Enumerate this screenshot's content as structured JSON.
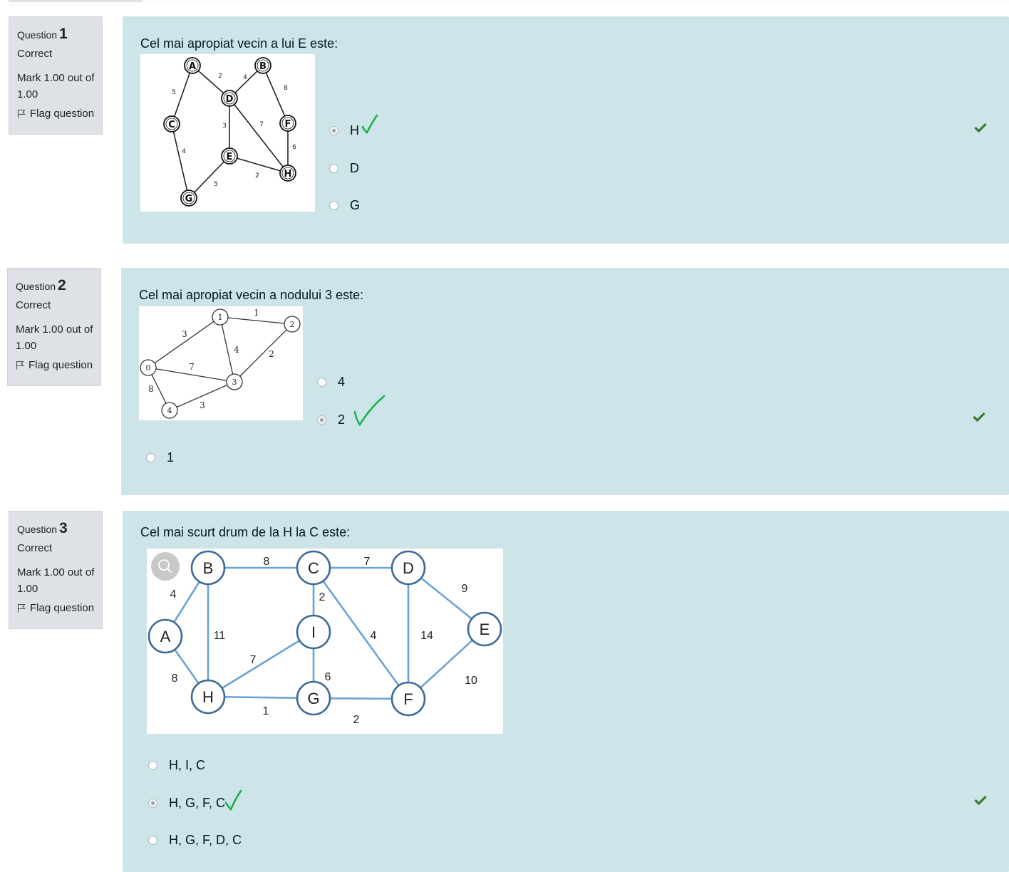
{
  "questions": [
    {
      "label": "Question",
      "number": "1",
      "state": "Correct",
      "grade": "Mark 1.00 out of 1.00",
      "flag": "Flag question",
      "text": "Cel mai apropiat vecin a lui E este:",
      "options": [
        {
          "label": "H",
          "selected": true
        },
        {
          "label": "D",
          "selected": false
        },
        {
          "label": "G",
          "selected": false
        }
      ],
      "graph": {
        "nodes": [
          "A",
          "B",
          "C",
          "D",
          "E",
          "F",
          "G",
          "H"
        ],
        "edges": [
          {
            "from": "A",
            "to": "C",
            "weight": "5"
          },
          {
            "from": "A",
            "to": "D",
            "weight": "2"
          },
          {
            "from": "B",
            "to": "D",
            "weight": "4"
          },
          {
            "from": "B",
            "to": "F",
            "weight": "8"
          },
          {
            "from": "C",
            "to": "G",
            "weight": "4"
          },
          {
            "from": "D",
            "to": "E",
            "weight": "3"
          },
          {
            "from": "D",
            "to": "H",
            "weight": "7"
          },
          {
            "from": "F",
            "to": "H",
            "weight": "6"
          },
          {
            "from": "E",
            "to": "G",
            "weight": "5"
          },
          {
            "from": "E",
            "to": "H",
            "weight": "2"
          }
        ]
      }
    },
    {
      "label": "Question",
      "number": "2",
      "state": "Correct",
      "grade": "Mark 1.00 out of 1.00",
      "flag": "Flag question",
      "text": "Cel mai apropiat vecin a nodului 3 este:",
      "options": [
        {
          "label": "4",
          "selected": false
        },
        {
          "label": "2",
          "selected": true
        },
        {
          "label": "1",
          "selected": false
        }
      ],
      "graph": {
        "nodes": [
          "0",
          "1",
          "2",
          "3",
          "4"
        ],
        "edges": [
          {
            "from": "0",
            "to": "1",
            "weight": "3"
          },
          {
            "from": "1",
            "to": "2",
            "weight": "1"
          },
          {
            "from": "1",
            "to": "3",
            "weight": "4"
          },
          {
            "from": "2",
            "to": "3",
            "weight": "2"
          },
          {
            "from": "0",
            "to": "3",
            "weight": "7"
          },
          {
            "from": "0",
            "to": "4",
            "weight": "8"
          },
          {
            "from": "4",
            "to": "3",
            "weight": "3"
          }
        ]
      }
    },
    {
      "label": "Question",
      "number": "3",
      "state": "Correct",
      "grade": "Mark 1.00 out of 1.00",
      "flag": "Flag question",
      "text": "Cel mai scurt drum de la H la C este:",
      "options": [
        {
          "label": "H, I, C",
          "selected": false
        },
        {
          "label": "H, G, F, C",
          "selected": true
        },
        {
          "label": "H, G, F, D, C",
          "selected": false
        }
      ],
      "graph": {
        "nodes": [
          "A",
          "B",
          "C",
          "D",
          "E",
          "F",
          "G",
          "H",
          "I"
        ],
        "edges": [
          {
            "from": "A",
            "to": "B",
            "weight": "4"
          },
          {
            "from": "A",
            "to": "H",
            "weight": "8"
          },
          {
            "from": "B",
            "to": "C",
            "weight": "8"
          },
          {
            "from": "B",
            "to": "H",
            "weight": "11"
          },
          {
            "from": "C",
            "to": "D",
            "weight": "7"
          },
          {
            "from": "C",
            "to": "I",
            "weight": "2"
          },
          {
            "from": "C",
            "to": "F",
            "weight": "4"
          },
          {
            "from": "D",
            "to": "E",
            "weight": "9"
          },
          {
            "from": "D",
            "to": "F",
            "weight": "14"
          },
          {
            "from": "E",
            "to": "F",
            "weight": "10"
          },
          {
            "from": "H",
            "to": "I",
            "weight": "7"
          },
          {
            "from": "H",
            "to": "G",
            "weight": "1"
          },
          {
            "from": "I",
            "to": "G",
            "weight": "6"
          },
          {
            "from": "G",
            "to": "F",
            "weight": "2"
          }
        ]
      }
    }
  ],
  "colors": {
    "content_bg": "#cde5e9",
    "info_bg": "#dee2e6",
    "grade_check": "#357a32",
    "hand_check": "#1db04b",
    "graph3_edge": "#6aa2d8",
    "graph3_node": "#3b6a96"
  }
}
